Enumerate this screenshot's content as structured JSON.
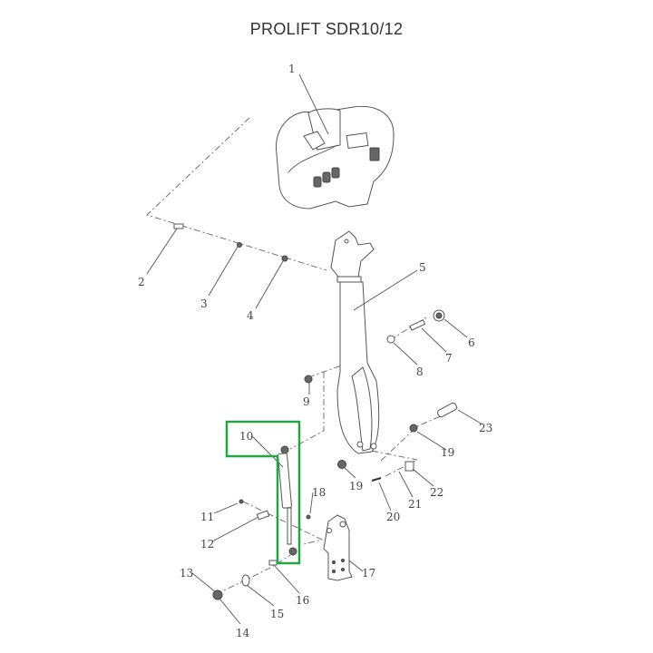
{
  "title": "PROLIFT SDR10/12",
  "highlight_color": "#22a447",
  "callouts": {
    "p1": "1",
    "p2": "2",
    "p3": "3",
    "p4": "4",
    "p5": "5",
    "p6": "6",
    "p7": "7",
    "p8": "8",
    "p9": "9",
    "p10": "10",
    "p11": "11",
    "p12": "12",
    "p13": "13",
    "p14": "14",
    "p15": "15",
    "p16": "16",
    "p17": "17",
    "p18": "18",
    "p19a": "19",
    "p19b": "19",
    "p20": "20",
    "p21": "21",
    "p22": "22",
    "p23": "23"
  }
}
